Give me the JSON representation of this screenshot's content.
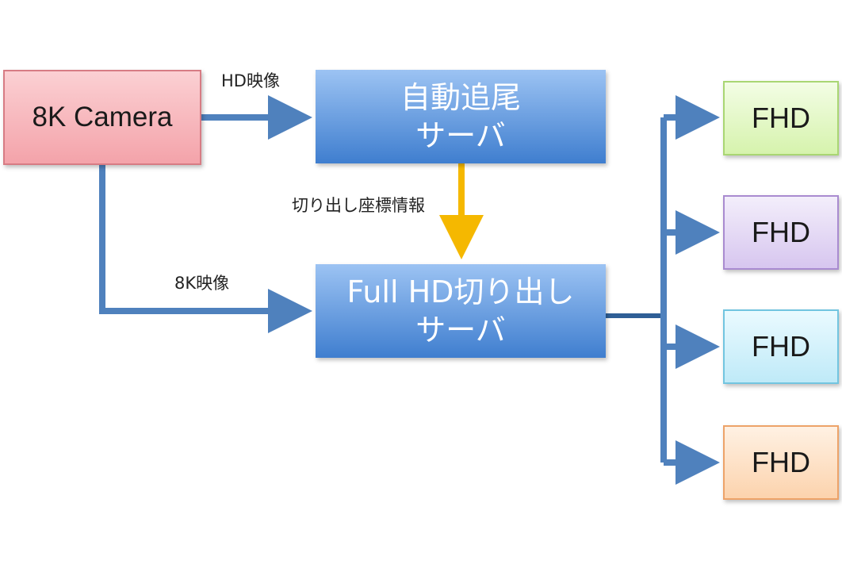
{
  "camera": {
    "label": "8K Camera"
  },
  "tracking_server": {
    "line1": "自動追尾",
    "line2": "サーバ"
  },
  "crop_server": {
    "line1": "Full HD切り出し",
    "line2": "サーバ"
  },
  "edge_labels": {
    "hd_video": "HD映像",
    "crop_coords": "切り出し座標情報",
    "video_8k": "8K映像"
  },
  "outputs": [
    {
      "label": "FHD",
      "color": "#d6f3ad"
    },
    {
      "label": "FHD",
      "color": "#d7c6ef"
    },
    {
      "label": "FHD",
      "color": "#bfeaf8"
    },
    {
      "label": "FHD",
      "color": "#fcd3ad"
    }
  ],
  "colors": {
    "arrow": "#4f81bd",
    "coord_arrow": "#f5b800"
  }
}
